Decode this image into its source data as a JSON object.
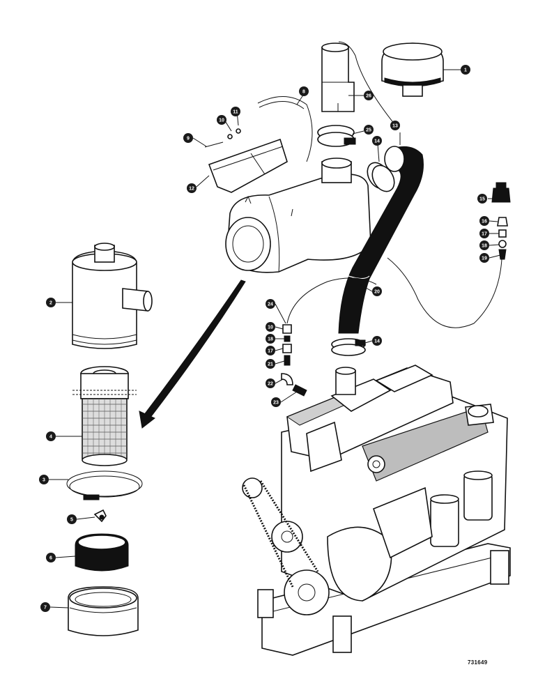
{
  "drawing": {
    "part_number": "731649"
  },
  "callouts": [
    {
      "id": "c1a",
      "label": "1"
    },
    {
      "id": "c8a",
      "label": "8"
    },
    {
      "id": "c10a",
      "label": "10"
    },
    {
      "id": "c11",
      "label": "11"
    },
    {
      "id": "c9",
      "label": "9"
    },
    {
      "id": "c12",
      "label": "12"
    },
    {
      "id": "c26",
      "label": "26"
    },
    {
      "id": "c25",
      "label": "25"
    },
    {
      "id": "c13",
      "label": "13"
    },
    {
      "id": "c14a",
      "label": "14"
    },
    {
      "id": "c15",
      "label": "15"
    },
    {
      "id": "c16a",
      "label": "16"
    },
    {
      "id": "c17a",
      "label": "17"
    },
    {
      "id": "c18a",
      "label": "18"
    },
    {
      "id": "c19",
      "label": "19"
    },
    {
      "id": "c20",
      "label": "20"
    },
    {
      "id": "c24",
      "label": "24"
    },
    {
      "id": "c10b",
      "label": "10"
    },
    {
      "id": "c18b",
      "label": "18"
    },
    {
      "id": "c17b",
      "label": "17"
    },
    {
      "id": "c21",
      "label": "21"
    },
    {
      "id": "c22",
      "label": "22"
    },
    {
      "id": "c23",
      "label": "23"
    },
    {
      "id": "c14b",
      "label": "14"
    },
    {
      "id": "c2",
      "label": "2"
    },
    {
      "id": "c4",
      "label": "4"
    },
    {
      "id": "c3",
      "label": "3"
    },
    {
      "id": "c5",
      "label": "5"
    },
    {
      "id": "c6",
      "label": "6"
    },
    {
      "id": "c7",
      "label": "7"
    }
  ]
}
